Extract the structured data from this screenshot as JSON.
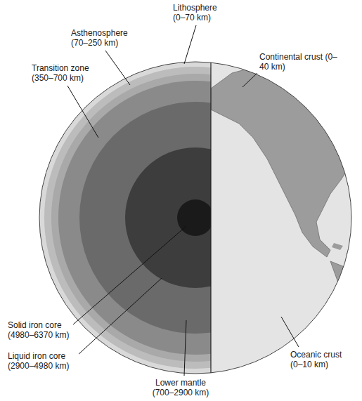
{
  "diagram": {
    "labels": [
      "Lithosphere (0–70 km)",
      "Asthenosphere (70–250 km)",
      "Continental crust (0–40 km)",
      "Transition zone (350–700 km)",
      "Solid iron core (4980–6370 km)",
      "Oceanic crust (0–10 km)",
      "Liquid iron core (2900–4980 km)",
      "Lower mantle (700–2900 km)"
    ]
  }
}
